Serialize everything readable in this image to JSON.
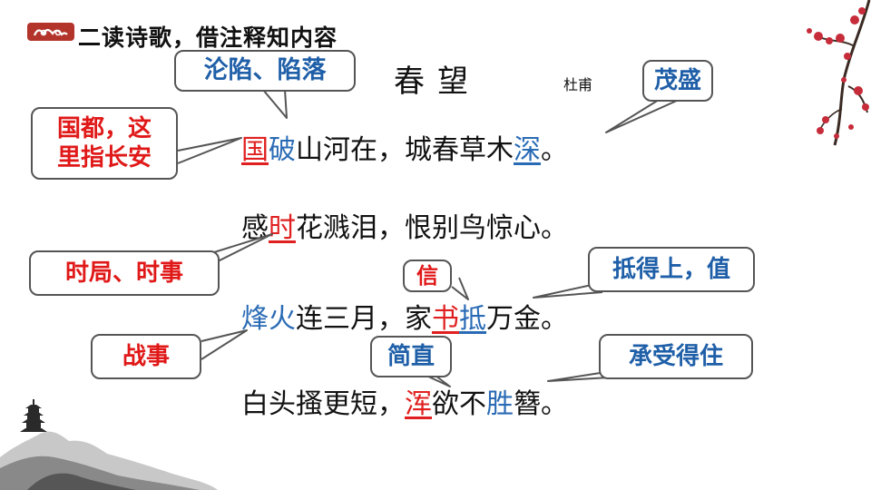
{
  "slide": {
    "section_title": "二读诗歌，借注释知内容",
    "poem": {
      "title": "春望",
      "author": "杜甫",
      "lines": [
        [
          {
            "t": "国",
            "s": "red"
          },
          {
            "t": "破",
            "s": "blue"
          },
          {
            "t": "山河在，城春草木",
            "s": ""
          },
          {
            "t": "深",
            "s": "blue-u"
          },
          {
            "t": "。",
            "s": ""
          }
        ],
        [
          {
            "t": "感",
            "s": ""
          },
          {
            "t": "时",
            "s": "red"
          },
          {
            "t": "花溅泪，恨别鸟惊心。",
            "s": ""
          }
        ],
        [
          {
            "t": "烽火",
            "s": "blue"
          },
          {
            "t": "连三月，家",
            "s": ""
          },
          {
            "t": "书",
            "s": "red"
          },
          {
            "t": "抵",
            "s": "blue-u"
          },
          {
            "t": "万金。",
            "s": ""
          }
        ],
        [
          {
            "t": "白头搔更短，",
            "s": ""
          },
          {
            "t": "浑",
            "s": "red"
          },
          {
            "t": "欲不",
            "s": ""
          },
          {
            "t": "胜",
            "s": "blue"
          },
          {
            "t": "簪。",
            "s": ""
          }
        ]
      ]
    },
    "annotations": {
      "lunxian": "沦陷、陷落",
      "guodu_l1": "国都，这",
      "guodu_l2": "里指长安",
      "maosheng": "茂盛",
      "shiju": "时局、时事",
      "xin": "信",
      "dide": "抵得上，值",
      "zhanshi": "战事",
      "jianzhi": "简直",
      "chengshou": "承受得住"
    },
    "colors": {
      "red": "#e02020",
      "blue": "#2a6bb5",
      "bubble_border": "#555555",
      "text": "#111111"
    }
  }
}
